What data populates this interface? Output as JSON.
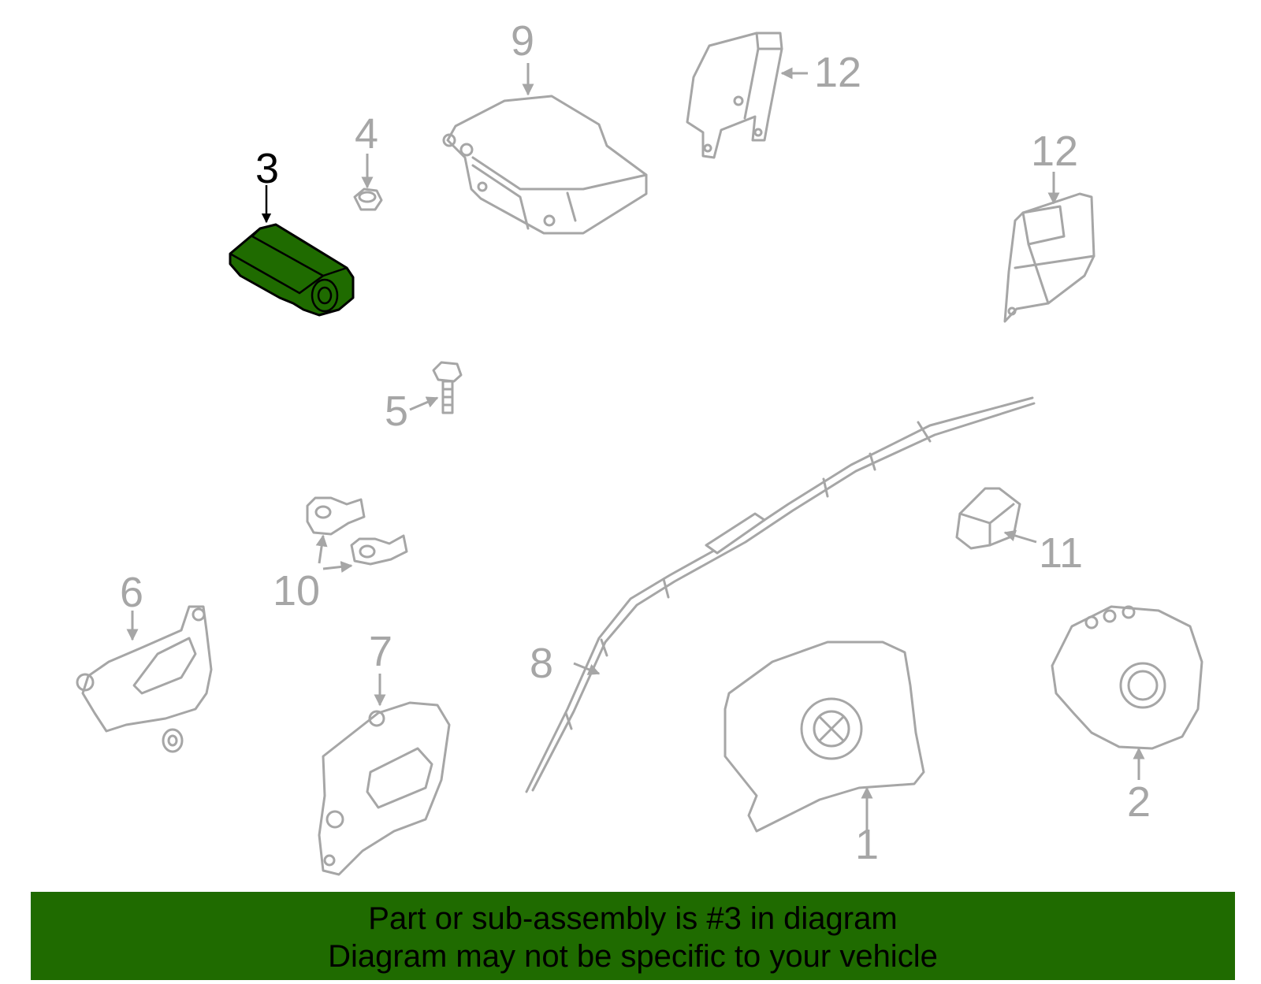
{
  "diagram": {
    "highlighted_part": "3",
    "callouts": {
      "c1": "1",
      "c2": "2",
      "c3": "3",
      "c4": "4",
      "c5": "5",
      "c6": "6",
      "c7": "7",
      "c8": "8",
      "c9": "9",
      "c10": "10",
      "c11": "11",
      "c12a": "12",
      "c12b": "12"
    }
  },
  "banner": {
    "line1": "Part or sub-assembly is #3 in diagram",
    "line2": "Diagram may not be specific to your vehicle"
  },
  "colors": {
    "highlight": "#1f6b00",
    "outline": "#a6a6a6",
    "banner_bg": "#1f6b00"
  }
}
